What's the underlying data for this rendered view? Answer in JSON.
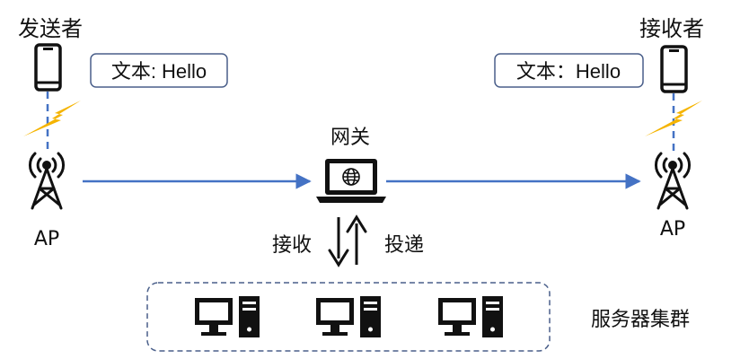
{
  "nodes": {
    "sender_label": "发送者",
    "receiver_label": "接收者",
    "gateway_label": "网关",
    "ap_left_label": "AP",
    "ap_right_label": "AP",
    "cluster_label": "服务器集群"
  },
  "messages": {
    "sender_text": "文本: Hello",
    "receiver_text": "文本：Hello"
  },
  "flows": {
    "receive_label": "接收",
    "deliver_label": "投递"
  },
  "colors": {
    "link": "#4472c4",
    "lightning": "#f5b400",
    "device": "#111111",
    "box_border": "#4a5f8a"
  },
  "icons": {
    "phone": "smartphone-icon",
    "tower": "antenna-tower-icon",
    "laptop": "laptop-globe-icon",
    "server": "desktop-server-icon",
    "lightning": "lightning-icon"
  }
}
